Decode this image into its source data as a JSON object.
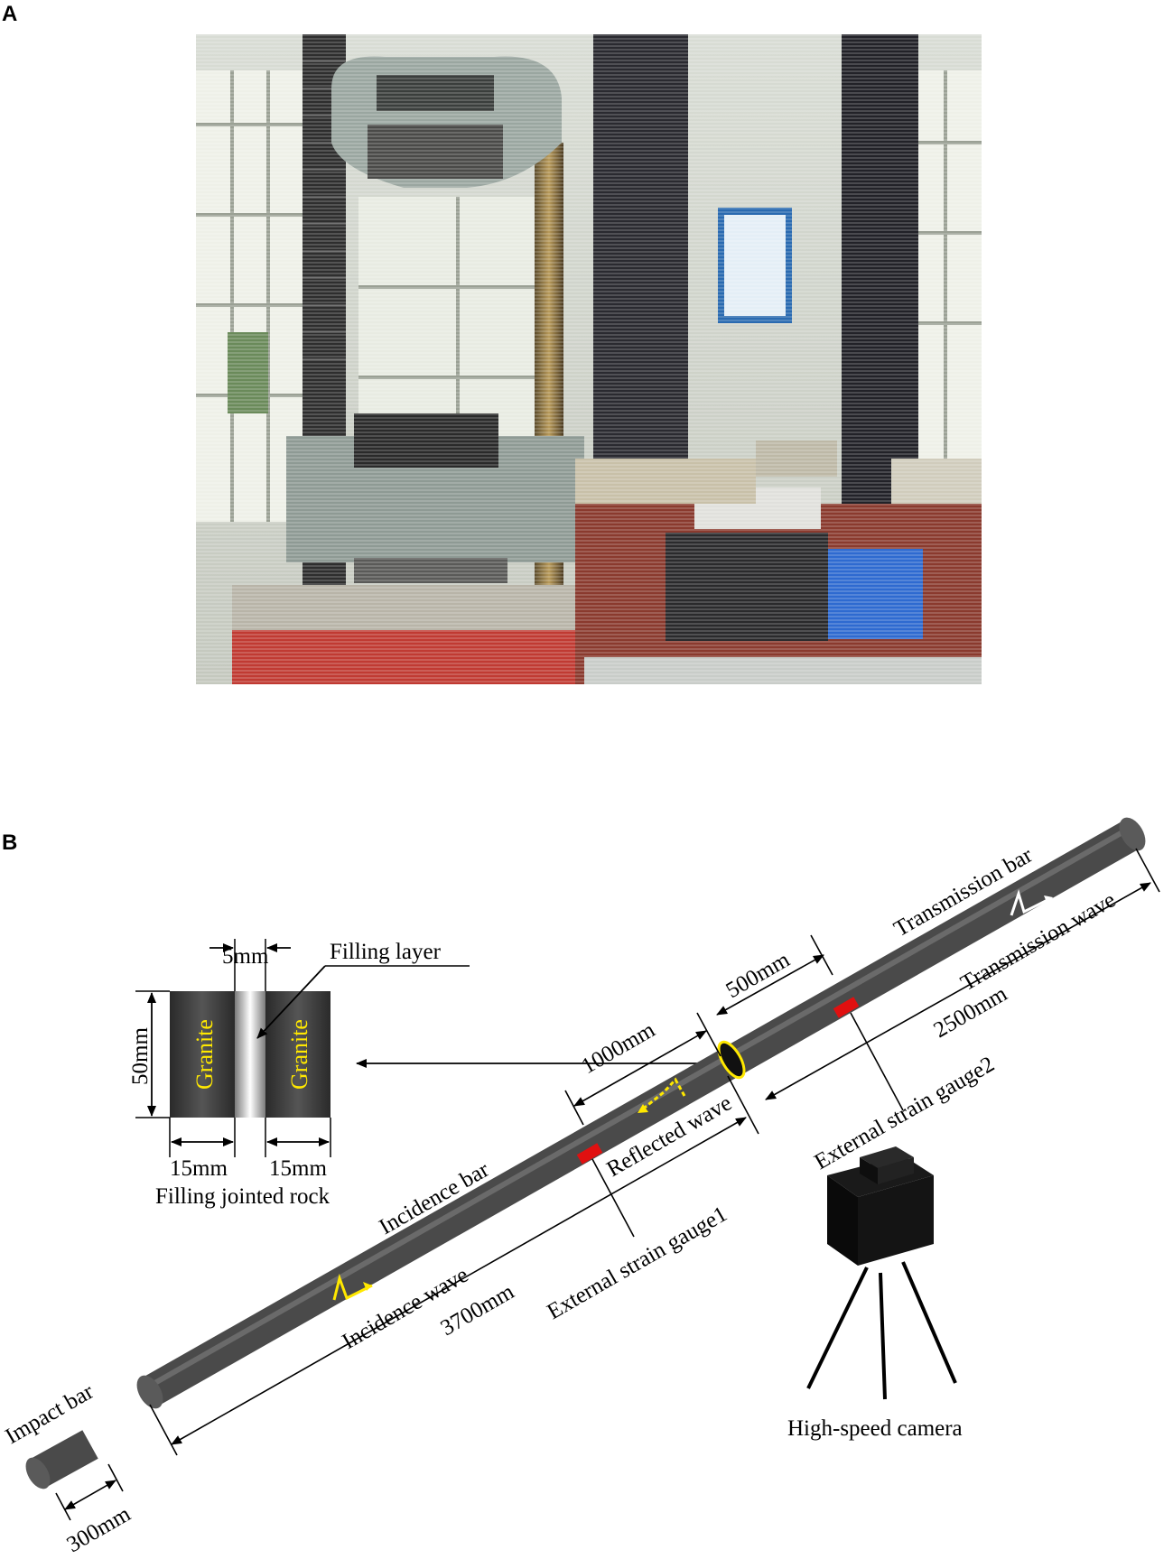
{
  "panels": {
    "a_label": "A",
    "b_label": "B"
  },
  "specimen": {
    "filling_layer_label": "Filling layer",
    "width_5": "5mm",
    "height_50": "50mm",
    "left_rock": "Granite",
    "right_rock": "Granite",
    "width_15_left": "15mm",
    "width_15_right": "15mm",
    "caption": "Filling jointed rock"
  },
  "bars": {
    "impact_bar": "Impact bar",
    "impact_length": "300mm",
    "incidence_bar": "Incidence bar",
    "incidence_wave": "Incidence wave",
    "incidence_length": "3700mm",
    "reflected_wave": "Reflected wave",
    "gauge1": "External strain gauge1",
    "dist_1000": "1000mm",
    "dist_500": "500mm",
    "gauge2": "External strain gauge2",
    "transmission_bar": "Transmission bar",
    "transmission_wave": "Transmission wave",
    "transmission_length": "2500mm",
    "camera": "High-speed camera"
  },
  "colors": {
    "bar": "#4a4a4a",
    "gauge": "#e01010",
    "wave_arrow": "#ffe800",
    "granite": "#3a3a3a"
  }
}
